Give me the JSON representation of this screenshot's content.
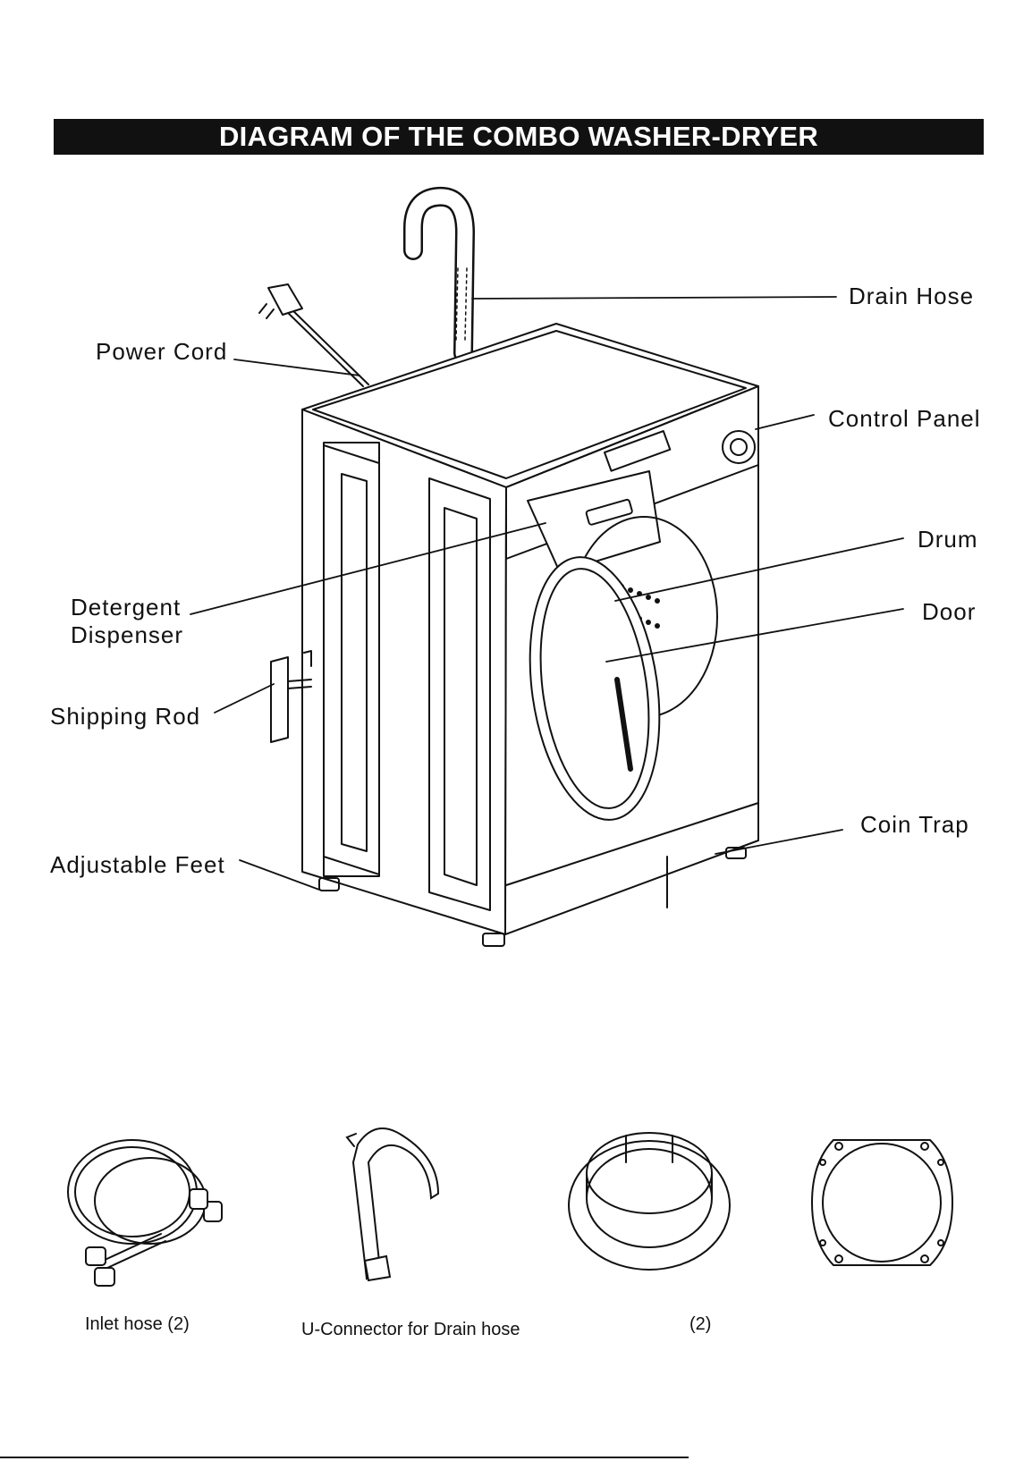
{
  "page": {
    "title": "DIAGRAM OF THE COMBO WASHER-DRYER"
  },
  "labels": {
    "drain_hose": "Drain Hose",
    "power_cord": "Power Cord",
    "control_panel": "Control Panel",
    "drum": "Drum",
    "door": "Door",
    "detergent_dispenser_1": "Detergent",
    "detergent_dispenser_2": "Dispenser",
    "shipping_rod": "Shipping Rod",
    "coin_trap": "Coin Trap",
    "adjustable_feet": "Adjustable Feet"
  },
  "accessories": [
    {
      "name": "Inlet hose (2)",
      "icon": "inlet-hose-icon"
    },
    {
      "name": "U-Connector for Drain hose",
      "icon": "u-connector-icon"
    },
    {
      "name": "(2)",
      "icon": "ring-icon"
    },
    {
      "name": "",
      "icon": "gasket-icon"
    }
  ]
}
